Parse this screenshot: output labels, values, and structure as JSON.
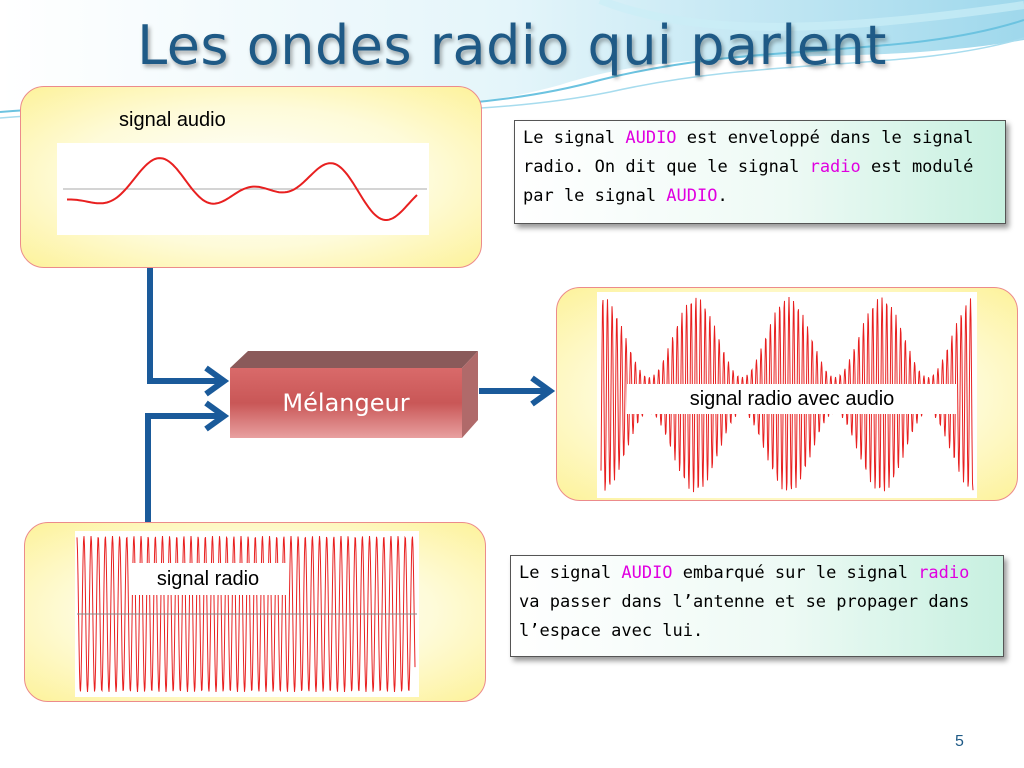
{
  "slide": {
    "title": "Les ondes radio qui parlent",
    "page_number": "5"
  },
  "panels": {
    "audio_label": "signal audio",
    "modulated_label": "signal radio avec audio",
    "radio_label": "signal radio"
  },
  "mixer": {
    "label": "Mélangeur"
  },
  "notes": {
    "top": [
      {
        "text": "Le signal "
      },
      {
        "text": "AUDIO",
        "highlight": true
      },
      {
        "text": " est enveloppé dans le signal radio. On dit que le signal "
      },
      {
        "text": "radio",
        "highlight": true
      },
      {
        "text": " est modulé par le signal "
      },
      {
        "text": "AUDIO",
        "highlight": true
      },
      {
        "text": "."
      }
    ],
    "bottom": [
      {
        "text": "Le signal "
      },
      {
        "text": "AUDIO",
        "highlight": true
      },
      {
        "text": " embarqué sur le signal "
      },
      {
        "text": "radio",
        "highlight": true
      },
      {
        "text": " va passer dans l’antenne et se propager dans l’espace avec lui."
      }
    ]
  },
  "colors": {
    "wave": "#e82020",
    "highlight": "#e000e0",
    "connector": "#1a5a9a",
    "title": "#1f5a86"
  }
}
